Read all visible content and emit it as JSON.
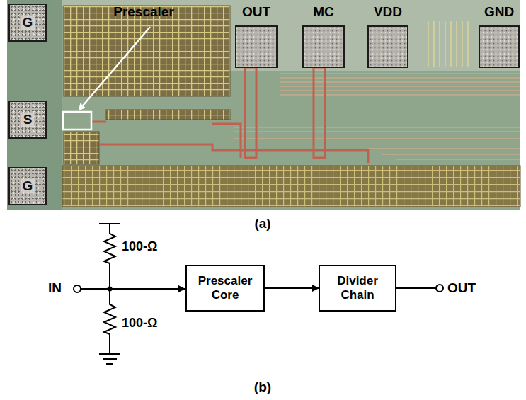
{
  "diagram": {
    "nodes": [
      {
        "text": [
          "G"
        ]
      },
      {
        "text": [
          "S"
        ]
      },
      {
        "text": [
          "G"
        ]
      },
      {
        "text": [
          "Prescaler Core"
        ]
      },
      {
        "text": [
          "Divider Chain"
        ]
      }
    ],
    "edges": [
      {
        "from": 3,
        "to": 4,
        "arrow": "to"
      }
    ],
    "labels": [
      "Prescaler",
      "OUT",
      "MC",
      "VDD",
      "GND",
      "(a)",
      "IN",
      "100-Ω",
      "100-Ω",
      "OUT",
      "(b)"
    ]
  }
}
